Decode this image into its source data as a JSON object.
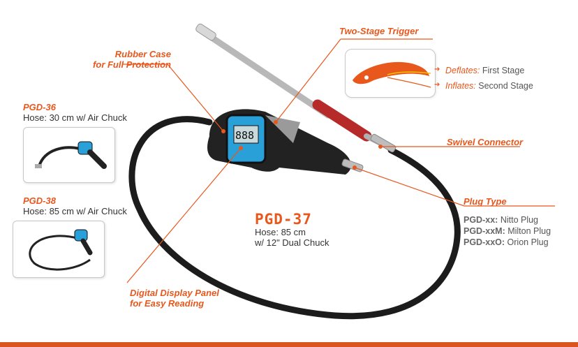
{
  "callouts": {
    "rubber_case": [
      "Rubber Case",
      "for Full Protection"
    ],
    "two_stage": "Two-Stage Trigger",
    "swivel": "Swivel Connector",
    "digital": [
      "Digital Display Panel",
      "for Easy Reading"
    ],
    "plug_type": "Plug Type"
  },
  "trigger": {
    "deflates_label": "Deflates:",
    "deflates_value": "First Stage",
    "inflates_label": "Inflates:",
    "inflates_value": "Second Stage"
  },
  "models": {
    "pgd36": {
      "name": "PGD-36",
      "desc": "Hose: 30 cm w/ Air Chuck"
    },
    "pgd38": {
      "name": "PGD-38",
      "desc": "Hose: 85 cm w/ Air Chuck"
    },
    "pgd37": {
      "name": "PGD-37",
      "line1": "Hose: 85 cm",
      "line2": "w/ 12\" Dual Chuck"
    }
  },
  "plugs": [
    {
      "code": "PGD-xx:",
      "name": "Nitto Plug"
    },
    {
      "code": "PGD-xxM:",
      "name": "Milton Plug"
    },
    {
      "code": "PGD-xxO:",
      "name": "Orion Plug"
    }
  ],
  "colors": {
    "accent": "#e8571c",
    "bar": "#d9541e",
    "text": "#333333"
  }
}
